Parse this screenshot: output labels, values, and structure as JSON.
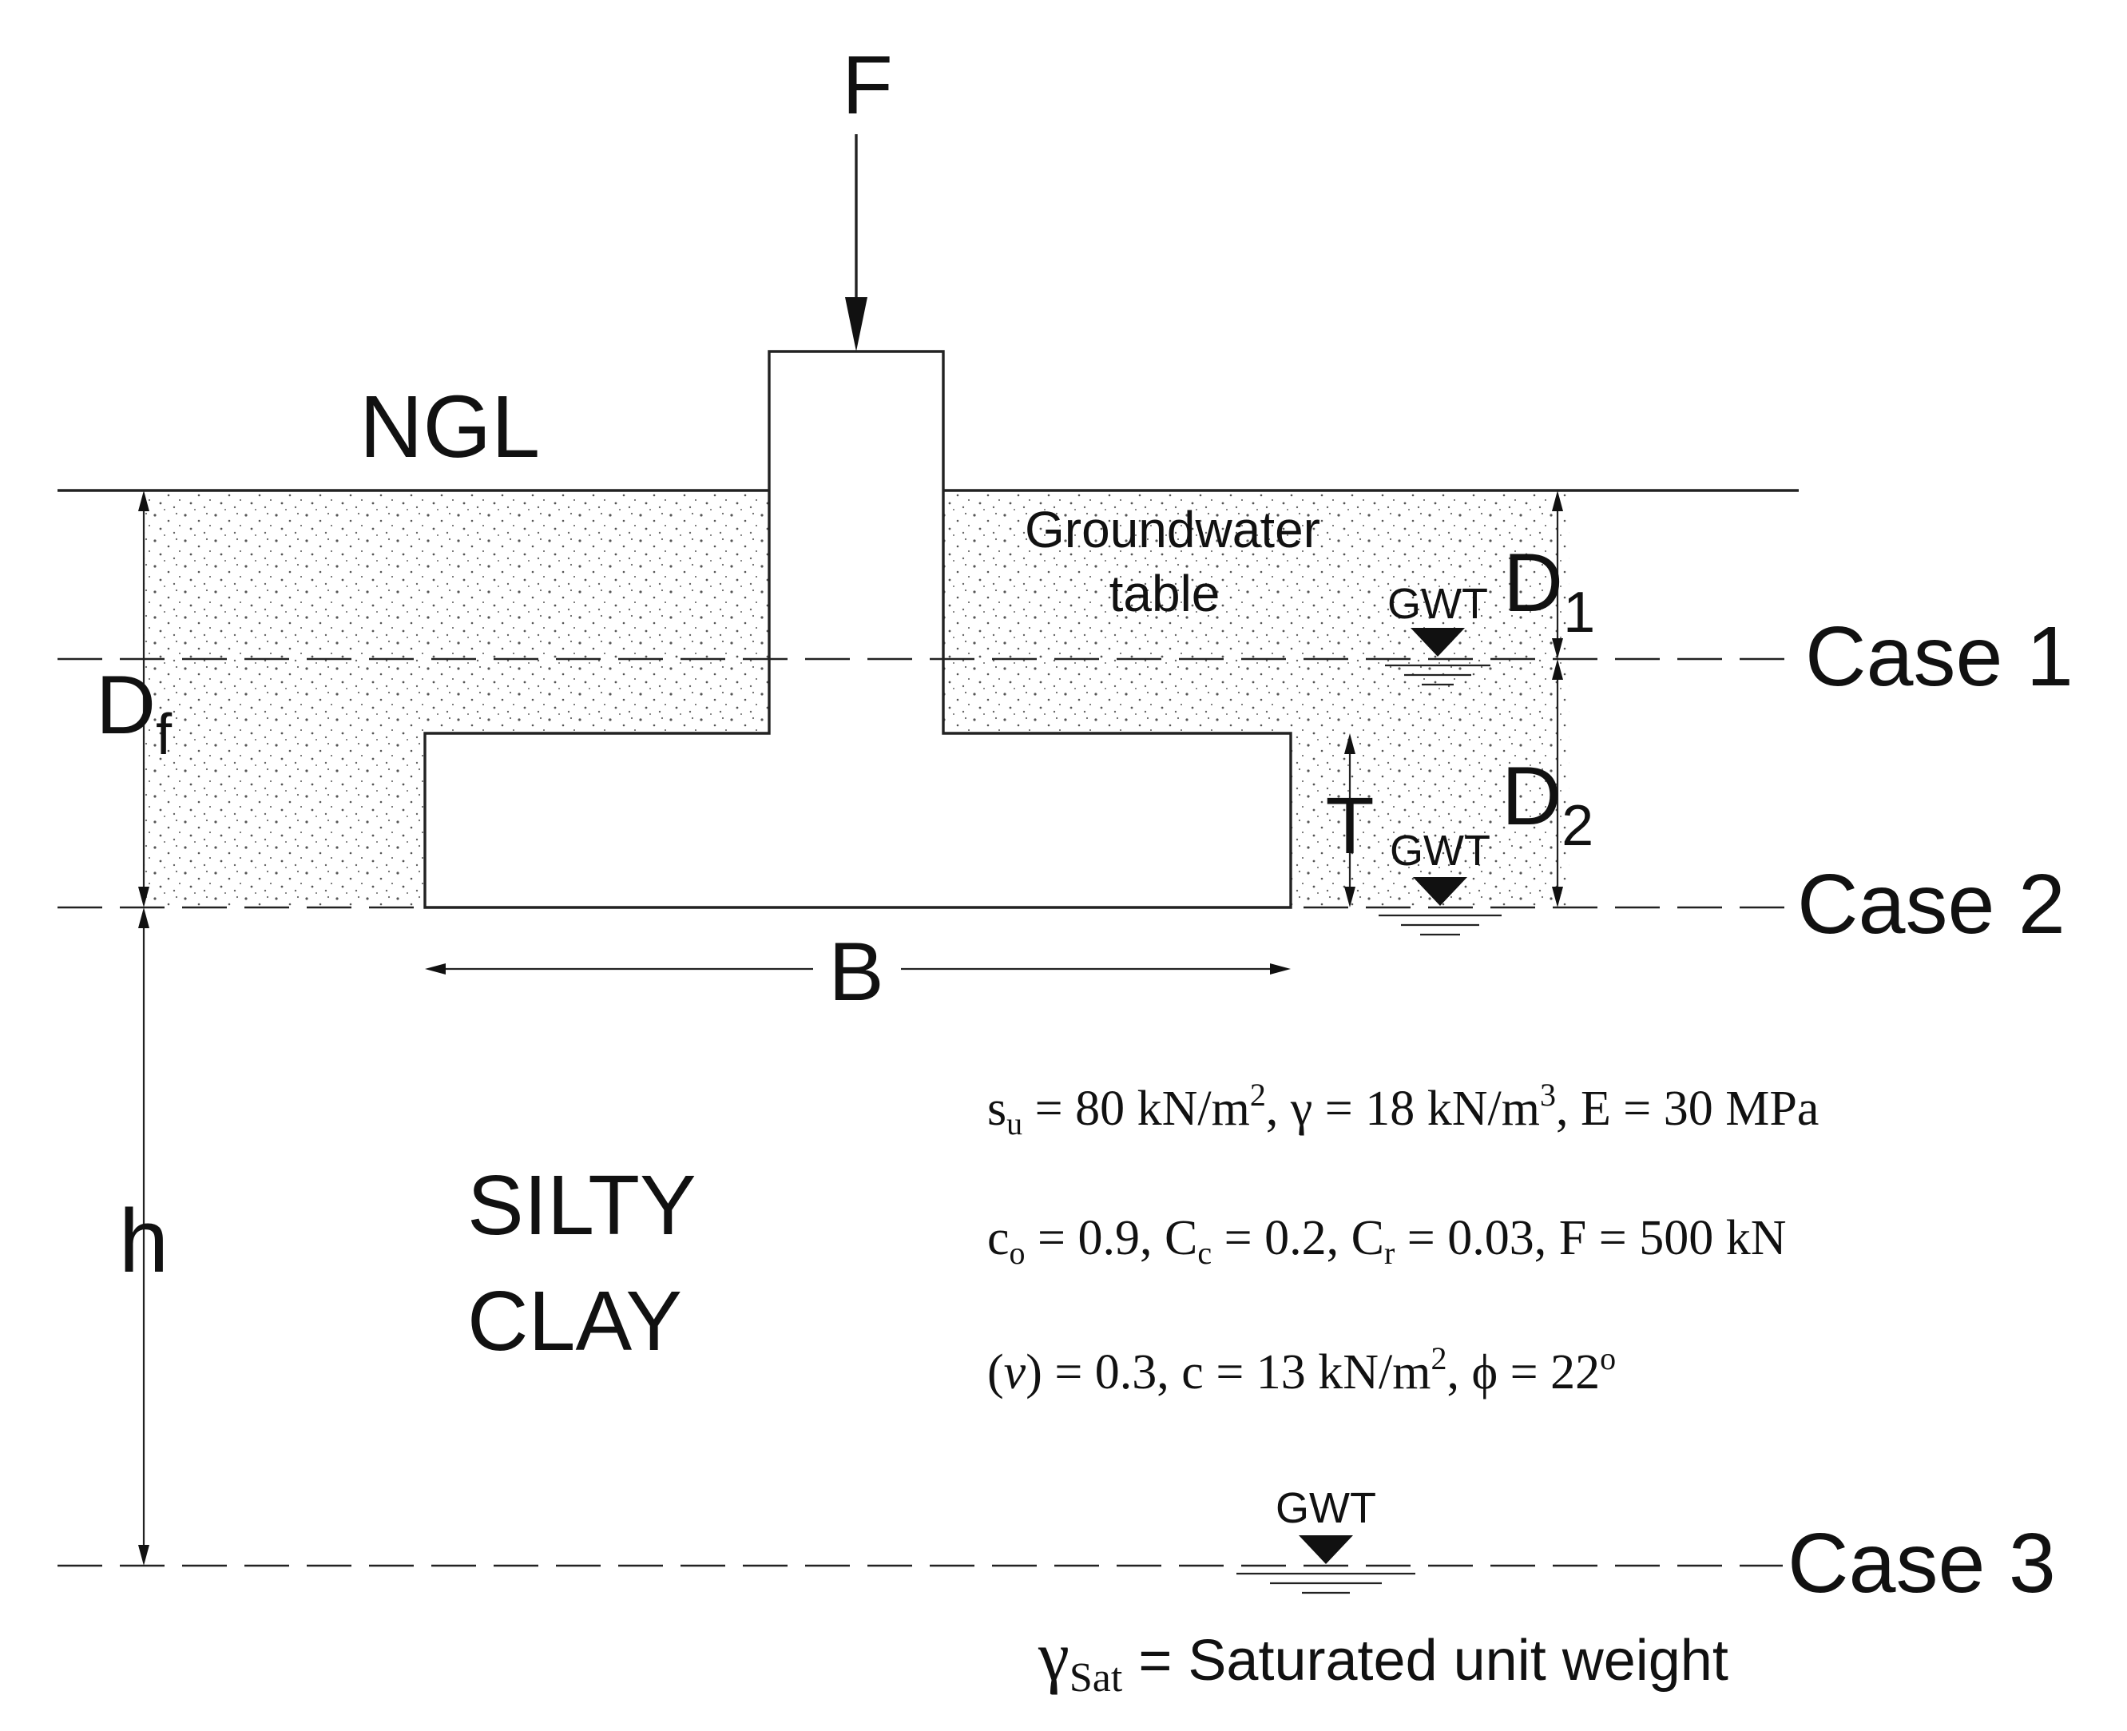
{
  "labels": {
    "force": "F",
    "ground_level": "NGL",
    "groundwater_line1": "Groundwater",
    "groundwater_line2": "table",
    "gwt": "GWT",
    "d1_main": "D",
    "d1_sub": "1",
    "d2_main": "D",
    "d2_sub": "2",
    "df_main": "D",
    "df_sub": "f",
    "thickness": "T",
    "width": "B",
    "height": "h",
    "case1": "Case 1",
    "case2": "Case 2",
    "case3": "Case 3",
    "soil_line1": "SILTY",
    "soil_line2": "CLAY"
  },
  "parameters": {
    "line1": {
      "su_sym": "s",
      "su_sub": "u",
      "su_val": " = 80 kN/m",
      "su_sup": "2",
      "gamma_val": ", γ = 18 kN/m",
      "gamma_sup": "3",
      "e_val": ",  E = 30 MPa"
    },
    "line2": {
      "c0_sym": "c",
      "c0_sub": "o",
      "c0_val": " = 0.9, C",
      "cc_sub": "c",
      "cc_val": " = 0.2, C",
      "cr_sub": "r",
      "cr_val": " = 0.03, F = 500 kN"
    },
    "line3": {
      "nu_open": "(",
      "nu_sym": "v",
      "nu_val": ") = 0.3, c = 13 kN/m",
      "c_sup": "2",
      "phi_val": ", ϕ = 22",
      "phi_sup": "o"
    }
  },
  "legend": {
    "symbol": "γ",
    "symbol_sub": "Sat",
    "equals": " = ",
    "text": "Saturated unit weight"
  }
}
